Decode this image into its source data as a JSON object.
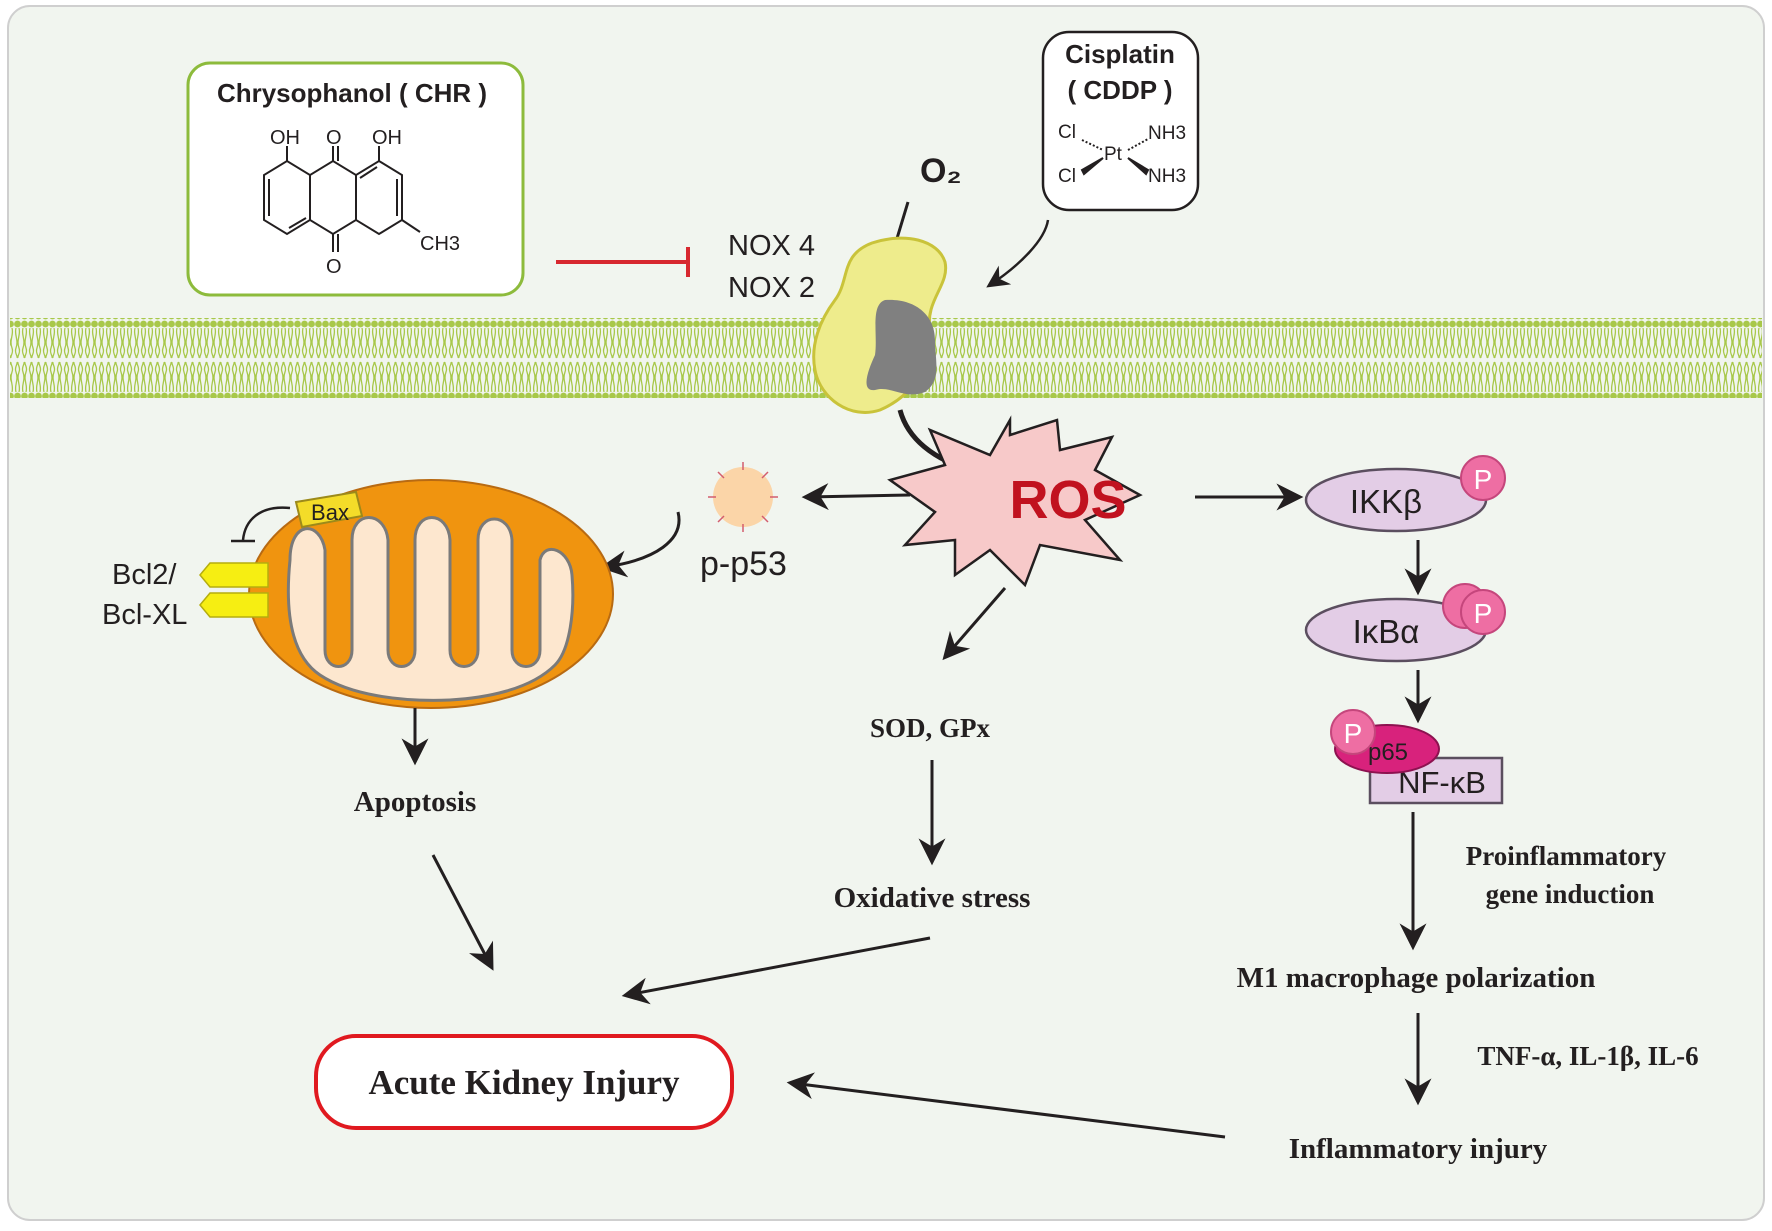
{
  "compounds": {
    "chr_label": "Chrysophanol ( CHR )",
    "chr_structure": {
      "oh_left": "OH",
      "o_top": "O",
      "oh_right": "OH",
      "ch3": "CH3",
      "o_bottom": "O"
    },
    "cddp_label_line1": "Cisplatin",
    "cddp_label_line2": "( CDDP )",
    "cddp_structure": {
      "cl_top": "Cl",
      "cl_bottom": "Cl",
      "pt": "Pt",
      "nh3_top": "NH3",
      "nh3_bottom": "NH3"
    }
  },
  "membrane": {
    "o2": "O₂",
    "nox4": "NOX 4",
    "nox2": "NOX 2"
  },
  "ros": "ROS",
  "left_branch": {
    "p53": "p-p53",
    "bax": "Bax",
    "bcl_line1": "Bcl2/",
    "bcl_line2": "Bcl-XL",
    "apoptosis": "Apoptosis"
  },
  "middle_branch": {
    "sod": "SOD, GPx",
    "oxidative": "Oxidative stress"
  },
  "right_branch": {
    "ikkb": "IKKβ",
    "ikba": "IκBα",
    "p_label": "P",
    "p65": "p65",
    "nfkb": "NF-κB",
    "proinflammatory_line1": "Proinflammatory",
    "proinflammatory_line2": "gene induction",
    "m1": "M1 macrophage polarization",
    "cytokines": "TNF-α, IL-1β, IL-6",
    "inflammatory_injury": "Inflammatory injury"
  },
  "outcome": "Acute Kidney Injury",
  "colors": {
    "background": "#f1f5ef",
    "membrane": "#a8c84a",
    "chr_border": "#8dbb3c",
    "inhibit": "#d7282f",
    "ros_fill": "#f7c9c9",
    "ros_text": "#c1121f",
    "nox_body": "#eeec8c",
    "nox_core": "#808080",
    "mito_outer": "#f0940f",
    "mito_inner": "#fde7cf",
    "bax": "#f4dc29",
    "bcl": "#f6ee12",
    "ikk": "#e3cde6",
    "phospho": "#ee6ea3",
    "p65": "#d8227c",
    "aki_border": "#e0191f"
  }
}
